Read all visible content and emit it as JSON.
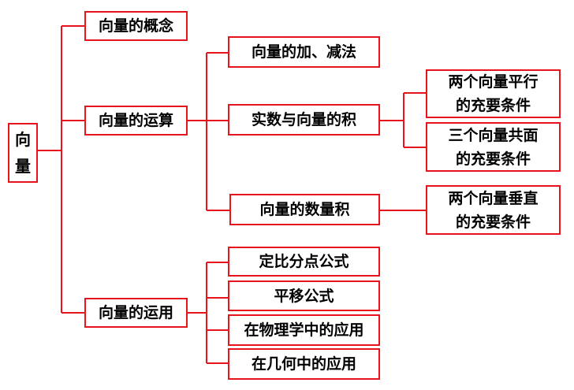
{
  "root": {
    "line1": "向",
    "line2": "量"
  },
  "concept": "向量的概念",
  "operation": {
    "label": "向量的运算",
    "add_sub": "向量的加、减法",
    "scalar_mult": "实数与向量的积",
    "parallel_condition": {
      "line1": "两个向量平行",
      "line2": "的充要条件"
    },
    "coplanar_condition": {
      "line1": "三个向量共面",
      "line2": "的充要条件"
    },
    "dot_product": "向量的数量积",
    "perpendicular_condition": {
      "line1": "两个向量垂直",
      "line2": "的充要条件"
    }
  },
  "application": {
    "label": "向量的运用",
    "section_formula": "定比分点公式",
    "translation_formula": "平移公式",
    "in_physics": "在物理学中的应用",
    "in_geometry": "在几何中的应用"
  },
  "colors": {
    "border": "#e8141c",
    "line": "#e8141c",
    "text": "#000000"
  }
}
